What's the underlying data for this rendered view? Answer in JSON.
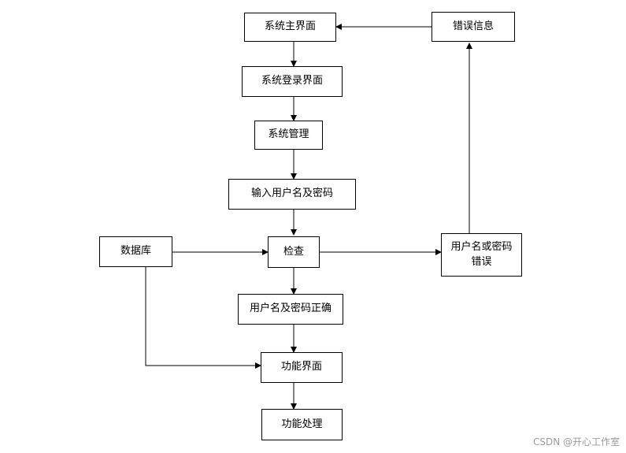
{
  "nodes": {
    "system_main": "系统主界面",
    "error_info": "错误信息",
    "login": "系统登录界面",
    "system_manage": "系统管理",
    "input_credentials": "输入用户名及密码",
    "database": "数据库",
    "check": "检查",
    "wrong_credentials": "用户名或密码错误",
    "credentials_correct": "用户名及密码正确",
    "function_ui": "功能界面",
    "function_process": "功能处理"
  },
  "watermark": "CSDN @开心工作室"
}
